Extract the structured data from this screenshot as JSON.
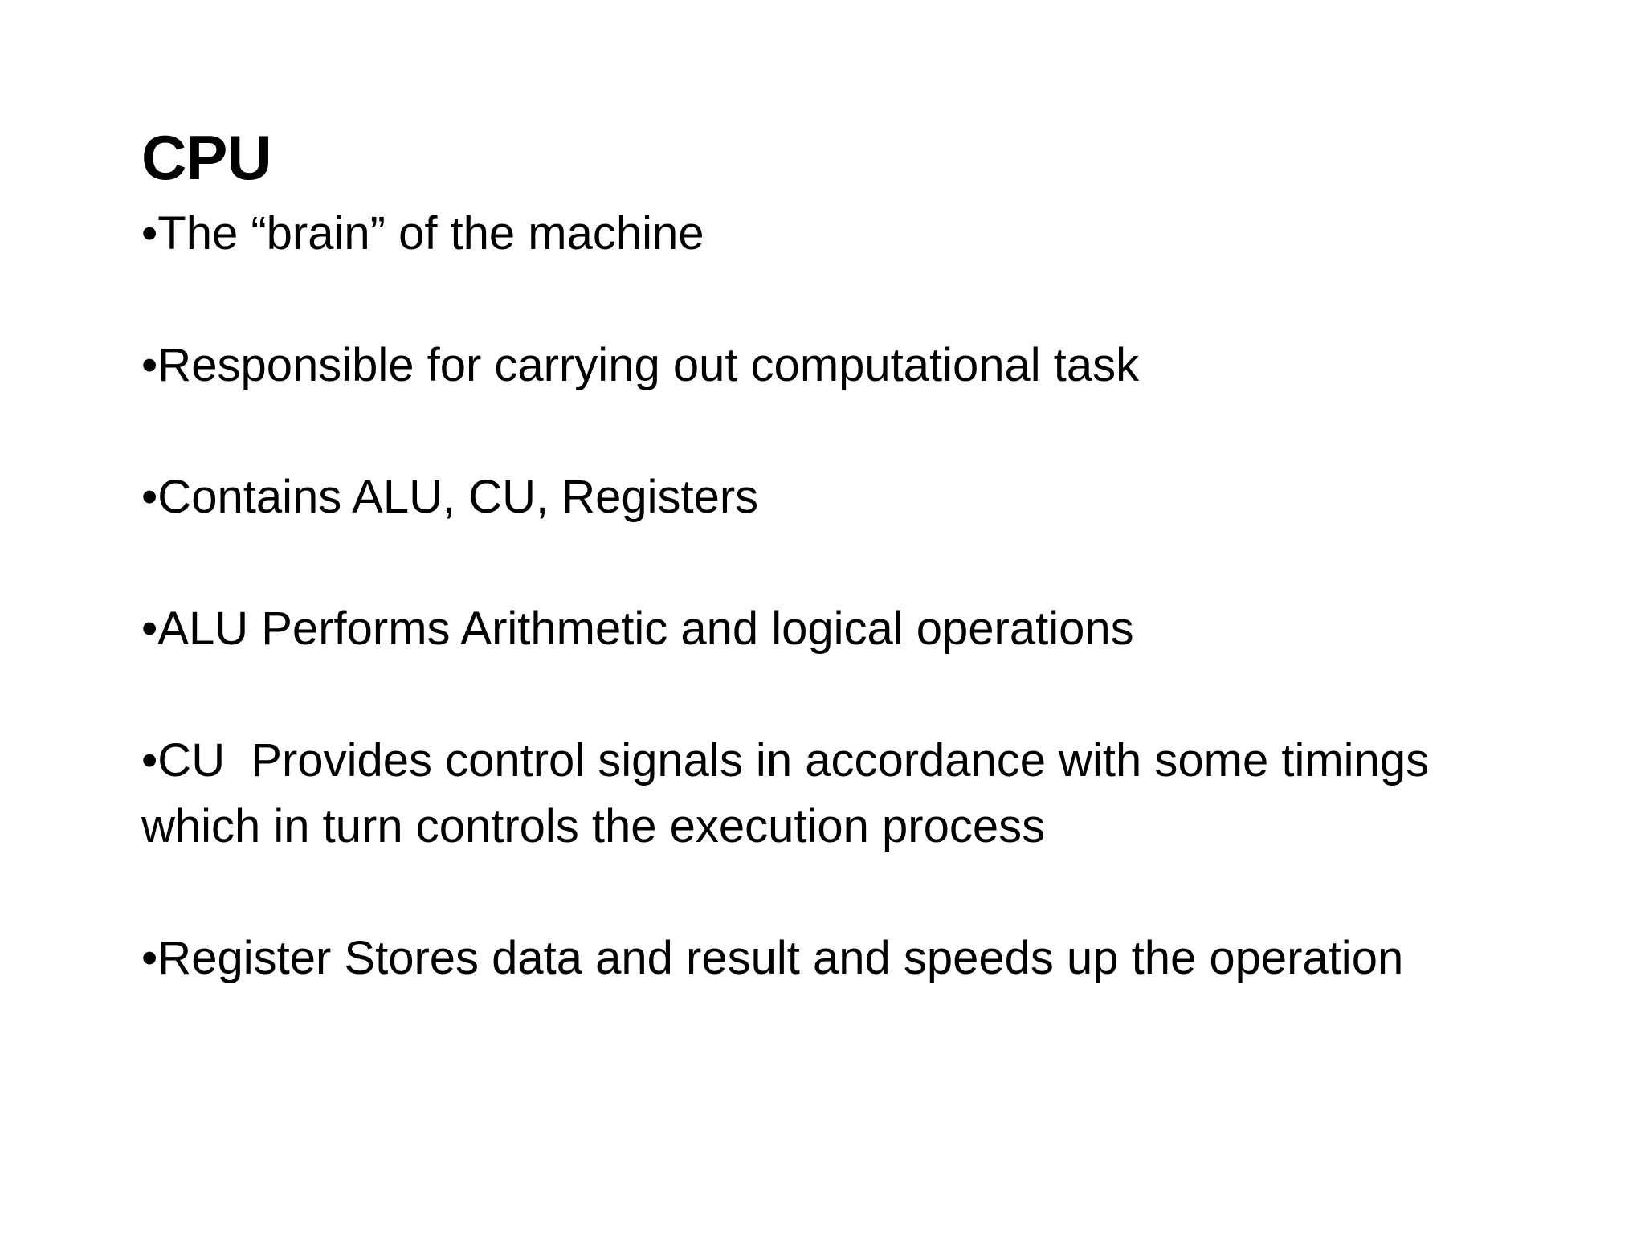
{
  "slide": {
    "title": "CPU",
    "bullets": [
      "•The “brain” of the machine",
      "•Responsible for carrying out computational task",
      "•Contains ALU, CU, Registers",
      "•ALU Performs Arithmetic and logical operations",
      "•CU  Provides control signals in accordance with some timings which in turn controls the execution process",
      "•Register Stores data and result and speeds up the operation"
    ]
  }
}
